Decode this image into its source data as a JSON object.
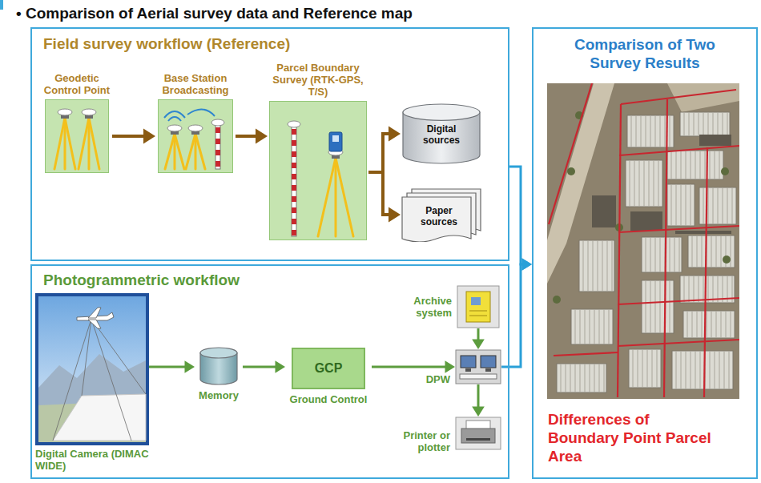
{
  "diagram": {
    "title": "• Comparison of Aerial survey data and Reference map",
    "nodes": [
      {
        "text": [
          "Field survey workflow (Reference)"
        ]
      },
      {
        "text": [
          "Geodetic Control Point"
        ],
        "in": 0
      },
      {
        "text": [
          "Base Station Broadcasting"
        ],
        "in": 0
      },
      {
        "text": [
          "Parcel Boundary Survey (RTK-GPS, T/S)"
        ],
        "in": 0
      },
      {
        "text": [
          "Digital sources"
        ],
        "in": 0
      },
      {
        "text": [
          "Paper sources"
        ],
        "in": 0
      },
      {
        "text": [
          "Photogrammetric workflow"
        ]
      },
      {
        "text": [
          "Digital Camera (DIMAC WIDE)"
        ],
        "in": 6
      },
      {
        "text": [
          "Memory"
        ],
        "in": 6
      },
      {
        "text": [
          "GCP",
          "Ground Control"
        ],
        "in": 6
      },
      {
        "text": [
          "Archive system"
        ],
        "in": 6
      },
      {
        "text": [
          "DPW"
        ],
        "in": 6
      },
      {
        "text": [
          "Printer or plotter"
        ],
        "in": 6
      },
      {
        "text": [
          "Comparison of Two Survey Results",
          "Differences of Boundary Point Parcel Area"
        ]
      }
    ],
    "edges": [
      {
        "from": 1,
        "to": 2,
        "arrow": "to"
      },
      {
        "from": 2,
        "to": 3,
        "arrow": "to"
      },
      {
        "from": 3,
        "to": 4,
        "arrow": "to"
      },
      {
        "from": 3,
        "to": 5,
        "arrow": "to"
      },
      {
        "from": 7,
        "to": 8,
        "arrow": "to"
      },
      {
        "from": 8,
        "to": 9,
        "arrow": "to"
      },
      {
        "from": 9,
        "to": 11,
        "arrow": "to"
      },
      {
        "from": 10,
        "to": 11,
        "arrow": "to"
      },
      {
        "from": 11,
        "to": 12,
        "arrow": "to"
      },
      {
        "from": 0,
        "to": 13,
        "arrow": "to"
      },
      {
        "from": 11,
        "to": 13,
        "arrow": "to"
      }
    ]
  }
}
